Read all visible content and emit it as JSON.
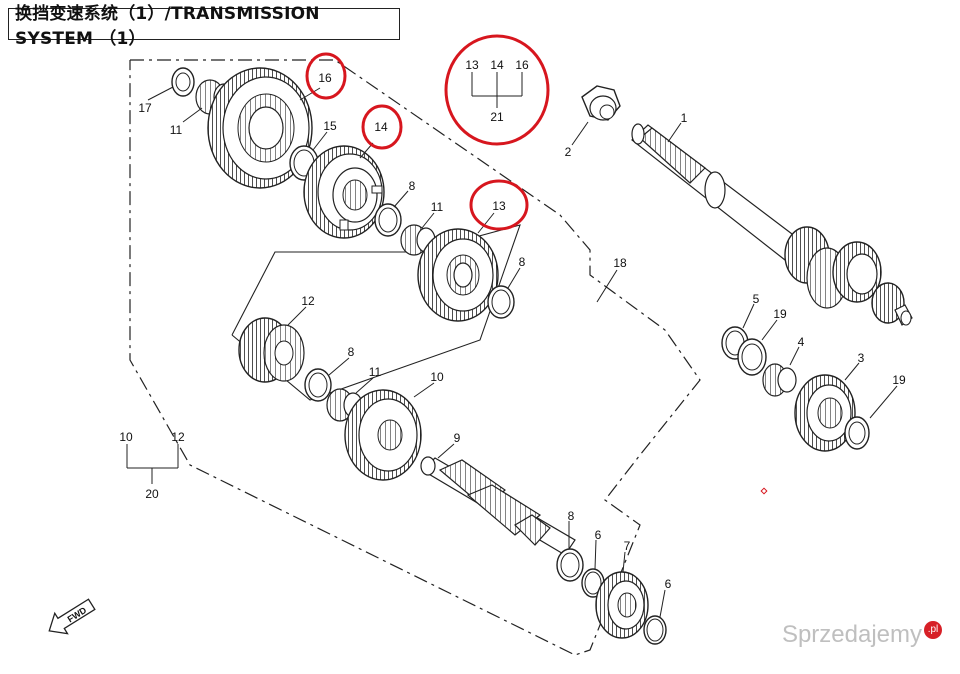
{
  "title": "换挡变速系统（1）/TRANSMISSION SYSTEM （1）",
  "colors": {
    "line": "#1a1a1a",
    "highlight": "#d7161e",
    "watermark_dot": "#d72027"
  },
  "callouts": {
    "n1": "1",
    "n2": "2",
    "n3": "3",
    "n4": "4",
    "n5": "5",
    "n6a": "6",
    "n6b": "6",
    "n7": "7",
    "n8a": "8",
    "n8b": "8",
    "n8c": "8",
    "n8d": "8",
    "n9": "9",
    "n10a": "10",
    "n10b": "10",
    "n11a": "11",
    "n11b": "11",
    "n11c": "11",
    "n12a": "12",
    "n12b": "12",
    "n13a": "13",
    "n13b": "13",
    "n14a": "14",
    "n14b": "14",
    "n15": "15",
    "n16a": "16",
    "n16b": "16",
    "n17": "17",
    "n18": "18",
    "n19a": "19",
    "n19b": "19",
    "n20": "20",
    "n21": "21"
  },
  "fwd_label": "FWD",
  "watermark": {
    "text": "Sprzedajemy",
    "suffix": ".pl"
  }
}
